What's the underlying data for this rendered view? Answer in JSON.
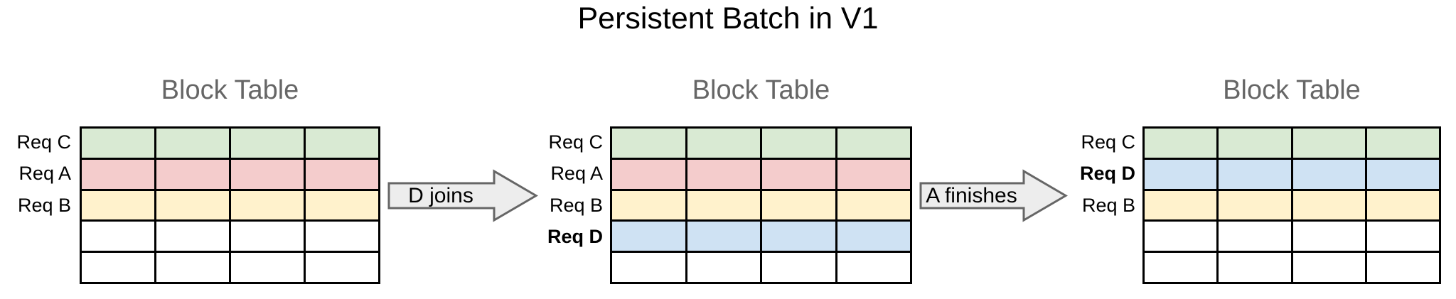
{
  "title": "Persistent Batch in V1",
  "colors": {
    "req_c_green": "#d9ead3",
    "req_a_pink": "#f4cccc",
    "req_b_yellow": "#fff2cc",
    "req_d_blue": "#cfe2f3",
    "empty_white": "#ffffff",
    "grid_line": "#000000",
    "heading_text": "#666666",
    "arrow_fill": "#ededed",
    "arrow_border": "#666666"
  },
  "panels": [
    {
      "heading": "Block Table",
      "columns": 4,
      "rows": [
        {
          "label": "Req C",
          "bold": false,
          "fill": "req_c_green"
        },
        {
          "label": "Req A",
          "bold": false,
          "fill": "req_a_pink"
        },
        {
          "label": "Req B",
          "bold": false,
          "fill": "req_b_yellow"
        },
        {
          "label": "",
          "bold": false,
          "fill": "empty_white"
        },
        {
          "label": "",
          "bold": false,
          "fill": "empty_white"
        }
      ]
    },
    {
      "heading": "Block Table",
      "columns": 4,
      "rows": [
        {
          "label": "Req C",
          "bold": false,
          "fill": "req_c_green"
        },
        {
          "label": "Req A",
          "bold": false,
          "fill": "req_a_pink"
        },
        {
          "label": "Req B",
          "bold": false,
          "fill": "req_b_yellow"
        },
        {
          "label": "Req D",
          "bold": true,
          "fill": "req_d_blue"
        },
        {
          "label": "",
          "bold": false,
          "fill": "empty_white"
        }
      ]
    },
    {
      "heading": "Block Table",
      "columns": 4,
      "rows": [
        {
          "label": "Req C",
          "bold": false,
          "fill": "req_c_green"
        },
        {
          "label": "Req D",
          "bold": true,
          "fill": "req_d_blue"
        },
        {
          "label": "Req B",
          "bold": false,
          "fill": "req_b_yellow"
        },
        {
          "label": "",
          "bold": false,
          "fill": "empty_white"
        },
        {
          "label": "",
          "bold": false,
          "fill": "empty_white"
        }
      ]
    }
  ],
  "arrows": [
    {
      "label": "D joins"
    },
    {
      "label": "A finishes"
    }
  ]
}
